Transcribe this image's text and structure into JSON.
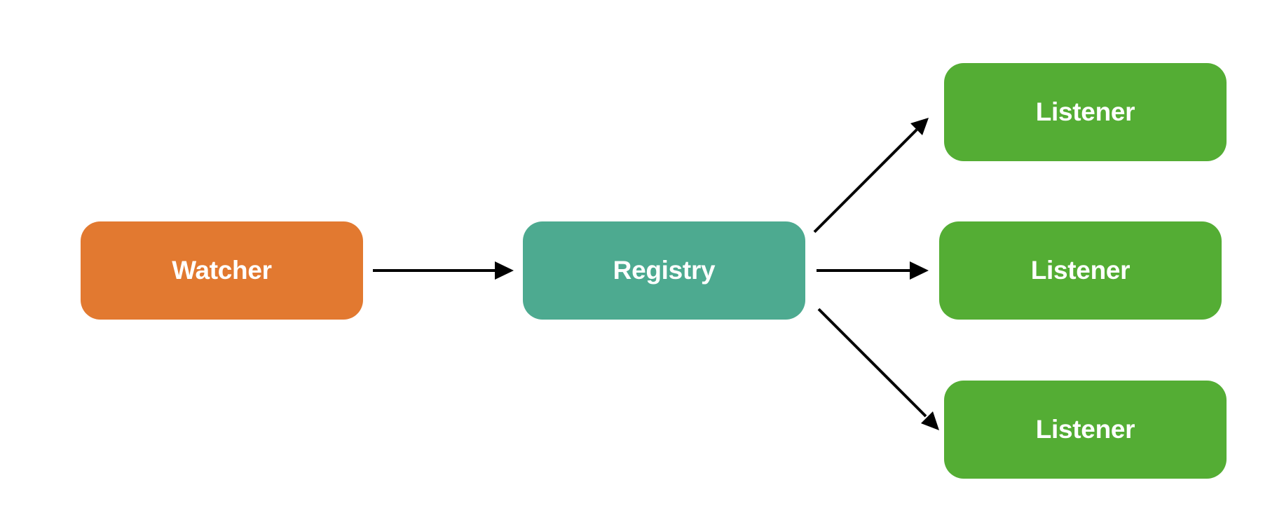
{
  "nodes": {
    "watcher": {
      "label": "Watcher",
      "color": "#E27930"
    },
    "registry": {
      "label": "Registry",
      "color": "#4DAA90"
    },
    "listeners": [
      {
        "label": "Listener",
        "color": "#54AD34"
      },
      {
        "label": "Listener",
        "color": "#54AD34"
      },
      {
        "label": "Listener",
        "color": "#54AD34"
      }
    ]
  },
  "edges": [
    {
      "from": "Watcher",
      "to": "Registry"
    },
    {
      "from": "Registry",
      "to": "Listener 1"
    },
    {
      "from": "Registry",
      "to": "Listener 2"
    },
    {
      "from": "Registry",
      "to": "Listener 3"
    }
  ],
  "edge_color": "#000000"
}
